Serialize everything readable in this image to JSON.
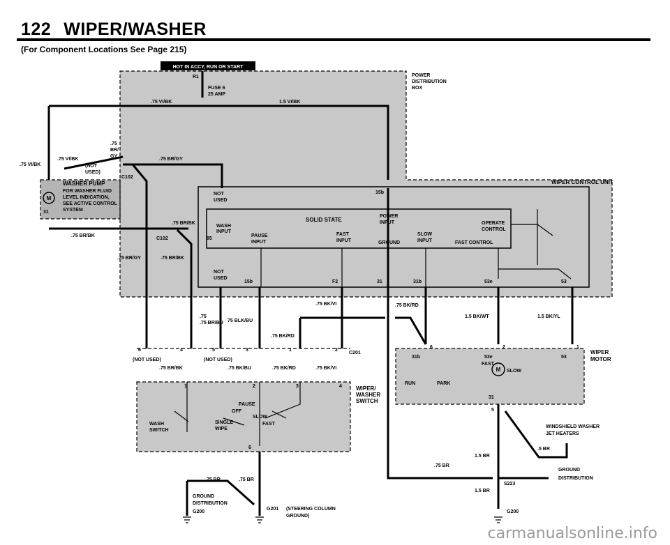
{
  "page": {
    "number": "122",
    "title": "WIPER/WASHER",
    "subtitle": "(For Component Locations See Page 215)"
  },
  "hot_label": "HOT IN ACCY, RUN OR START",
  "fuse": {
    "pin": "R1",
    "name": "FUSE 6",
    "rating": "25 AMP"
  },
  "power_box": [
    "POWER",
    "DISTRIBUTION",
    "BOX"
  ],
  "wires": {
    "vi_bk_075": ".75 VI/BK",
    "vi_bk_15": "1.5 VI/BK",
    "br_gy_075": ".75 BR/GY",
    "br_bk_075": ".75 BR/BK",
    "bk_vi_075": ".75 BK/VI",
    "bk_rd_075": ".75 BK/RD",
    "bk_wt_15": "1.5 BK/WT",
    "bk_yl_15": "1.5 BK/YL",
    "br_bu_075": ".75 BR/BU",
    "blk_bu_075": "75 BLK/BU",
    "bk_bu_075": ".75 BK/BU",
    "br_075": ".75 BR",
    "br_15": "1.5 BR",
    "br_05": ".5 BR",
    "not_gy_a": ".75",
    "not_gy_b": "BR/",
    "not_gy_c": "GY",
    "not_used_a": "(NOT",
    "not_used_b": "USED)"
  },
  "connectors": {
    "c102_top": "C102",
    "c102_bottom": "C102",
    "c201": "C201"
  },
  "washer_pump": {
    "title": "WASHER PUMP",
    "note": [
      "FOR WASHER FLUID",
      "LEVEL INDICATION,",
      "SEE ACTIVE CONTROL",
      "SYSTEM"
    ],
    "motor": "M",
    "pin": "31"
  },
  "wiper_control_unit": {
    "title": "WIPER CONTROL UNIT",
    "solid_state": "SOLID STATE",
    "pins": {
      "not_used_top": [
        "NOT",
        "USED"
      ],
      "p15b": "15b",
      "wash_input": [
        "WASH",
        "INPUT"
      ],
      "p85": "85",
      "pause_input": [
        "PAUSE",
        "INPUT"
      ],
      "fast_input": [
        "FAST",
        "INPUT"
      ],
      "power_input": [
        "POWER",
        "INPUT"
      ],
      "ground": "GROUND",
      "slow_input": [
        "SLOW",
        "INPUT"
      ],
      "fast_control": "FAST CONTROL",
      "operate_control": [
        "OPERATE",
        "CONTROL"
      ],
      "not_used_bottom": [
        "NOT",
        "USED"
      ],
      "p15bb": "15b",
      "pF2": "F2",
      "p31": "31",
      "p31b": "31b",
      "p53e": "53e",
      "p53": "53"
    }
  },
  "switch": {
    "title": [
      "WIPER/",
      "WASHER",
      "SWITCH"
    ],
    "wash": [
      "WASH",
      "SWITCH"
    ],
    "single": [
      "SINGLE",
      "WIPE"
    ],
    "pause": "PAUSE",
    "off": "OFF",
    "slow": "SLOW",
    "fast": "FAST",
    "pins": [
      "1",
      "2",
      "3",
      "4",
      "6",
      "5"
    ],
    "term": {
      "t6": "6",
      "t4": "4",
      "t5": "5",
      "t3": "3",
      "t1": "1",
      "t2": "2"
    },
    "not_used_left": "(NOT USED)",
    "not_used_mid": "(NOT USED)"
  },
  "wiper_motor": {
    "title": [
      "WIPER",
      "MOTOR"
    ],
    "motor": "M",
    "slow": "SLOW",
    "fast": "FAST",
    "run": "RUN",
    "park": "PARK",
    "p31b": "31b",
    "p53e": "53e",
    "p53": "53",
    "p31": "31",
    "pin6": "6",
    "pin2": "2",
    "pin1": "1",
    "pin5": "5"
  },
  "jet_heaters": [
    "WINDSHIELD WASHER",
    "JET HEATERS"
  ],
  "grounds": {
    "left": [
      "GROUND",
      "DISTRIBUTION",
      "G200"
    ],
    "steering": [
      "G201",
      "(STEERING COLUMN",
      "GROUND)"
    ],
    "right": [
      "GROUND",
      "DISTRIBUTION",
      "S223"
    ],
    "right_g200": "G200"
  },
  "watermark": "carmanualsonline.info"
}
